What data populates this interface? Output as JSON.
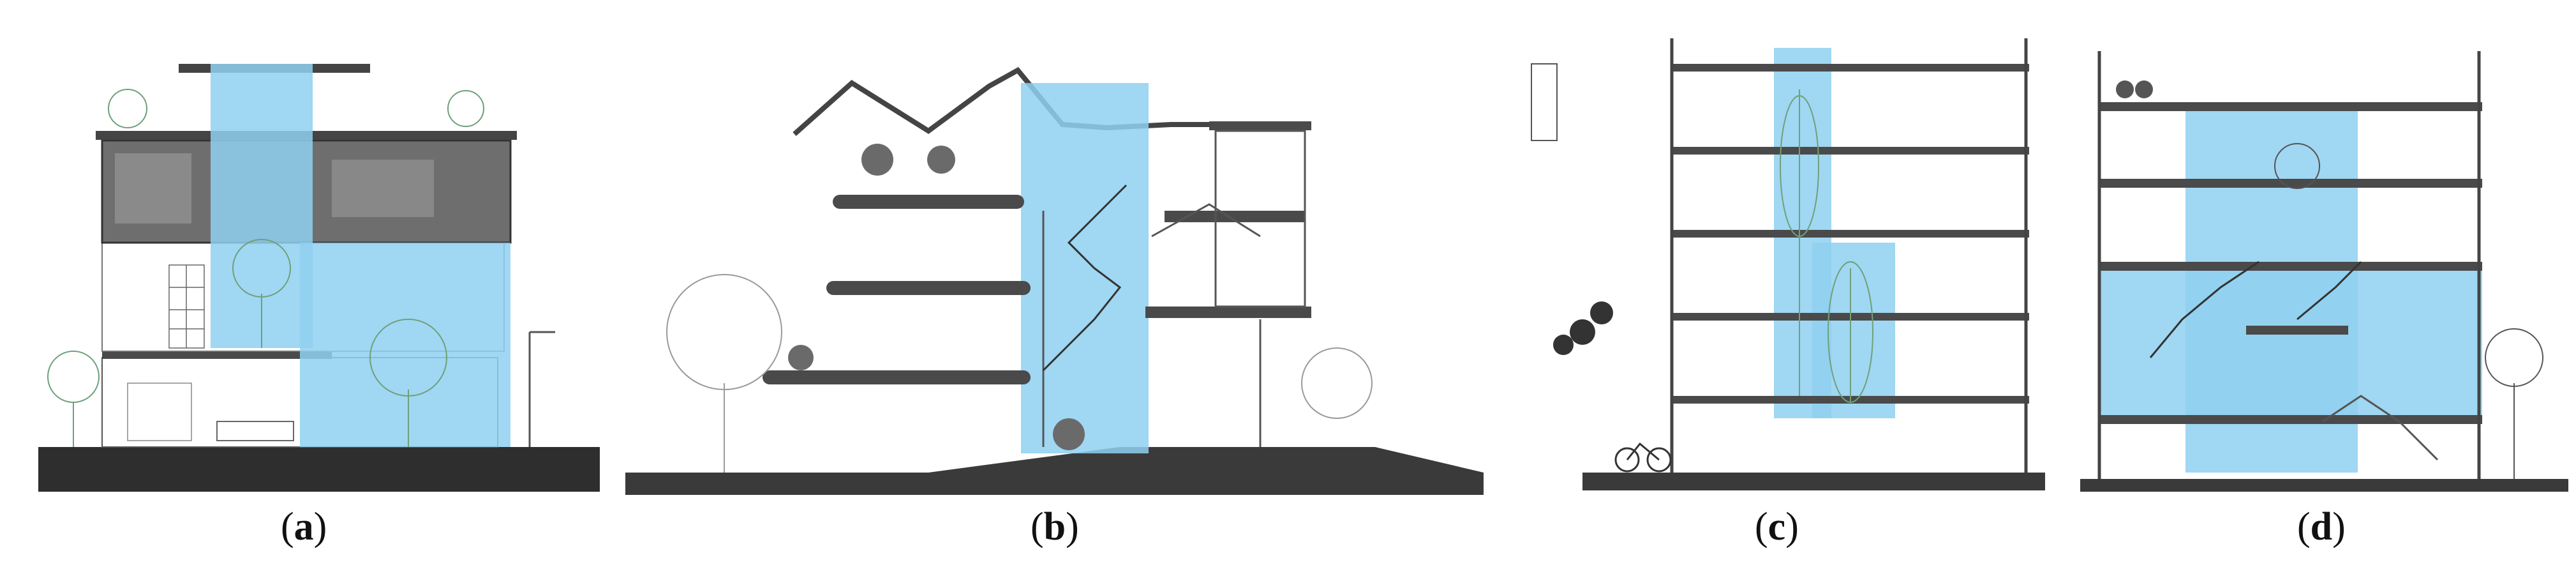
{
  "captions": [
    {
      "open": "(",
      "letter": "a",
      "close": ")"
    },
    {
      "open": "(",
      "letter": "b",
      "close": ")"
    },
    {
      "open": "(",
      "letter": "c",
      "close": ")"
    },
    {
      "open": "(",
      "letter": "d",
      "close": ")"
    }
  ],
  "colors": {
    "void_blue": "#8fd0f0",
    "void_blue_strong": "#6cc0ec",
    "slab": "#4a4a4a",
    "ground": "#3a3a3a",
    "line": "#555555",
    "tree": "#6fa07a"
  }
}
